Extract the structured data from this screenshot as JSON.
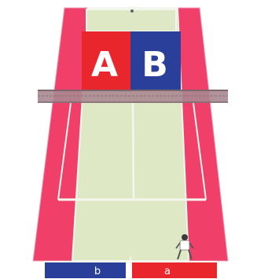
{
  "labels": {
    "top_left": "A",
    "top_right": "B",
    "bottom_left": "b",
    "bottom_right": "a"
  },
  "colors": {
    "alley": "#f0406a",
    "court": "#dfe8c4",
    "line": "#f4f6ee",
    "team_red": "#e8262b",
    "team_blue": "#2a3f9a",
    "net": "#a88890"
  }
}
